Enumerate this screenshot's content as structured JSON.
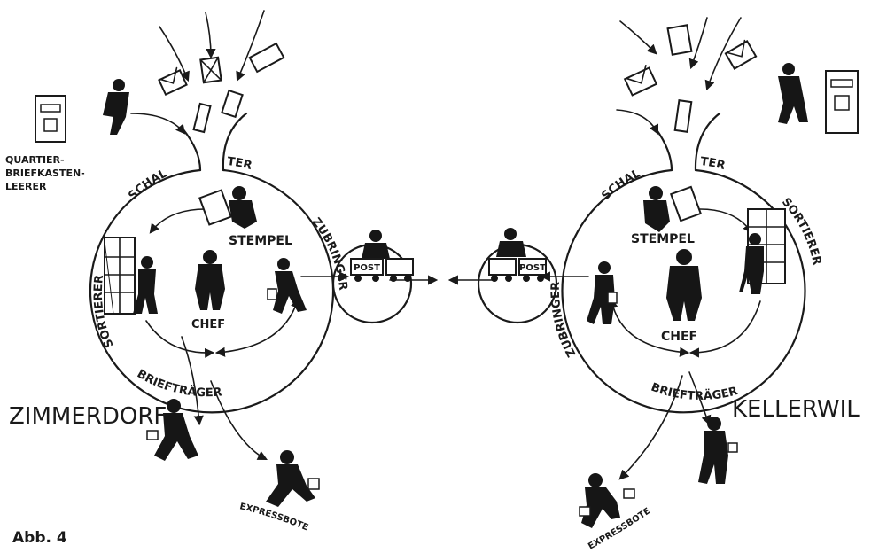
{
  "figure_label": "Abb. 4",
  "left": {
    "town": "ZIMMERDORF",
    "quartier": [
      "QUARTIER-",
      "BRIEFKASTEN-",
      "LEERER"
    ],
    "schalter_a": "SCHAL",
    "schalter_b": "TER",
    "stempel": "STEMPEL",
    "sortierer": "SORTIERER",
    "chef": "CHEF",
    "zubringer": "ZUBRINGER",
    "brieftraeger": "BRIEFTRÄGER",
    "expressbote": "EXPRESSBOTE",
    "post_sign": "POST"
  },
  "right": {
    "town": "KELLERWIL",
    "schalter_a": "SCHAL",
    "schalter_b": "TER",
    "stempel": "STEMPEL",
    "sortierer": "SORTIERER",
    "chef": "CHEF",
    "zubringer": "ZUBRINGER",
    "brieftraeger": "BRIEFTRÄGER",
    "expressbote": "EXPRESSBOTE",
    "post_sign": "POST"
  }
}
